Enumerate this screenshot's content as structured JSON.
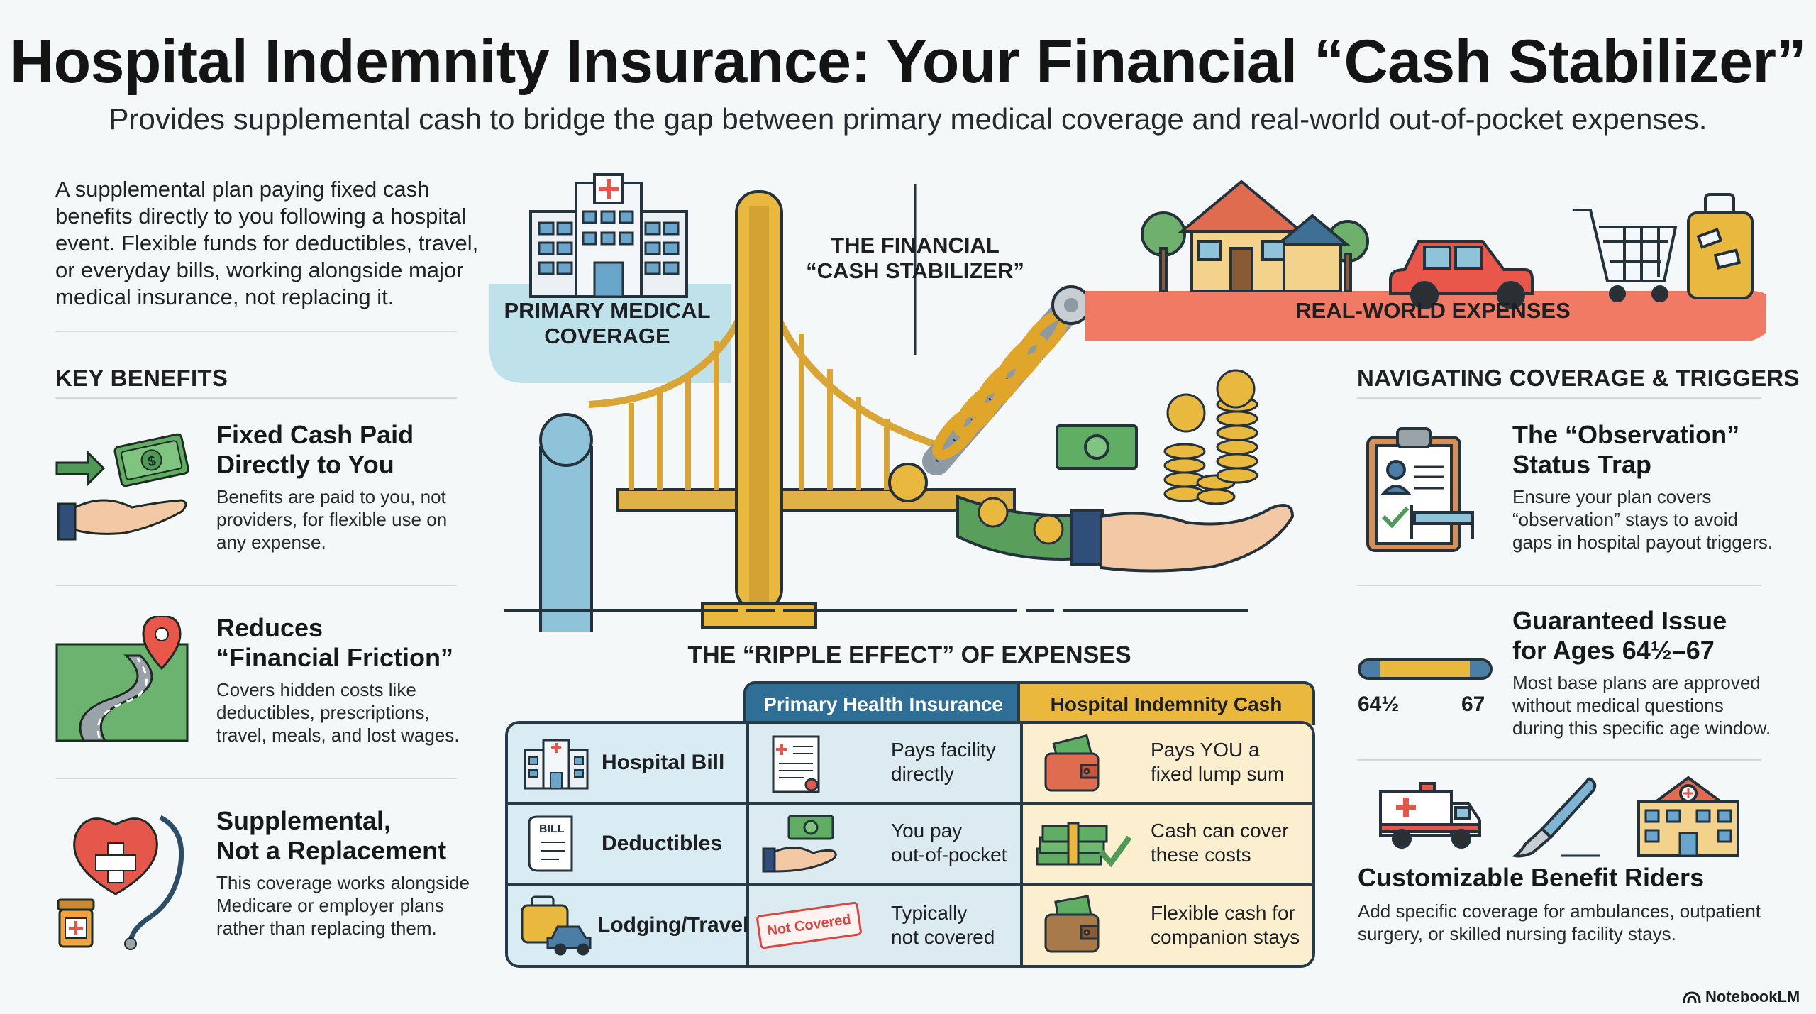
{
  "title": "Hospital Indemnity Insurance: Your Financial “Cash Stabilizer”",
  "subtitle": "Provides supplemental cash to bridge the gap between primary medical coverage and real-world out-of-pocket expenses.",
  "intro_lines": [
    "A supplemental plan paying fixed cash",
    "benefits directly to you following a hospital",
    "event. Flexible funds for deductibles, travel,",
    "or everyday bills, working alongside major",
    "medical insurance, not replacing it."
  ],
  "key_benefits": {
    "heading": "KEY BENEFITS",
    "items": [
      {
        "title1": "Fixed Cash Paid",
        "title2": "Directly to You",
        "desc": [
          "Benefits are paid to you, not",
          "providers, for flexible use on",
          "any expense."
        ]
      },
      {
        "title1": "Reduces",
        "title2": "“Financial Friction”",
        "desc": [
          "Covers hidden costs like",
          "deductibles, prescriptions,",
          "travel, meals, and lost wages."
        ]
      },
      {
        "title1": "Supplemental,",
        "title2": "Not a Replacement",
        "desc": [
          "This coverage works alongside",
          "Medicare or employer plans",
          "rather than replacing them."
        ]
      }
    ]
  },
  "bridge": {
    "primary_label": [
      "PRIMARY MEDICAL",
      "COVERAGE"
    ],
    "stabilizer_label": [
      "THE FINANCIAL",
      "“CASH STABILIZER”"
    ],
    "expenses_label": "REAL-WORLD EXPENSES"
  },
  "ripple": {
    "heading": "THE “RIPPLE EFFECT” OF EXPENSES",
    "col_primary": "Primary Health Insurance",
    "col_indemnity": "Hospital Indemnity Cash",
    "not_covered_chip": "Not Covered",
    "rows": [
      {
        "label": "Hospital Bill",
        "primary": [
          "Pays facility",
          "directly"
        ],
        "indemnity": [
          "Pays YOU a",
          "fixed lump sum"
        ]
      },
      {
        "label": "Deductibles",
        "primary": [
          "You pay",
          "out-of-pocket"
        ],
        "indemnity": [
          "Cash can cover",
          "these costs"
        ]
      },
      {
        "label": "Lodging/Travel",
        "primary": [
          "Typically",
          "not covered"
        ],
        "indemnity": [
          "Flexible cash for",
          "companion stays"
        ]
      }
    ]
  },
  "navigating": {
    "heading": "NAVIGATING COVERAGE & TRIGGERS",
    "observation": {
      "title1": "The “Observation”",
      "title2": "Status Trap",
      "desc": [
        "Ensure your plan covers",
        "“observation” stays to avoid",
        "gaps in hospital payout triggers."
      ]
    },
    "guaranteed": {
      "title1": "Guaranteed Issue",
      "title2": "for Ages 64½–67",
      "age_start": "64½",
      "age_end": "67",
      "desc": [
        "Most base plans are approved",
        "without medical questions",
        "during this specific age window."
      ]
    },
    "riders": {
      "title": "Customizable Benefit Riders",
      "desc": [
        "Add specific coverage for ambulances, outpatient",
        "surgery, or skilled nursing facility stays."
      ]
    }
  },
  "brand": "NotebookLM",
  "colors": {
    "primary_blue": "#2f6f95",
    "indemnity_gold": "#e9b83c",
    "expense_coral": "#f07a63",
    "cash_green": "#4e9a56"
  }
}
